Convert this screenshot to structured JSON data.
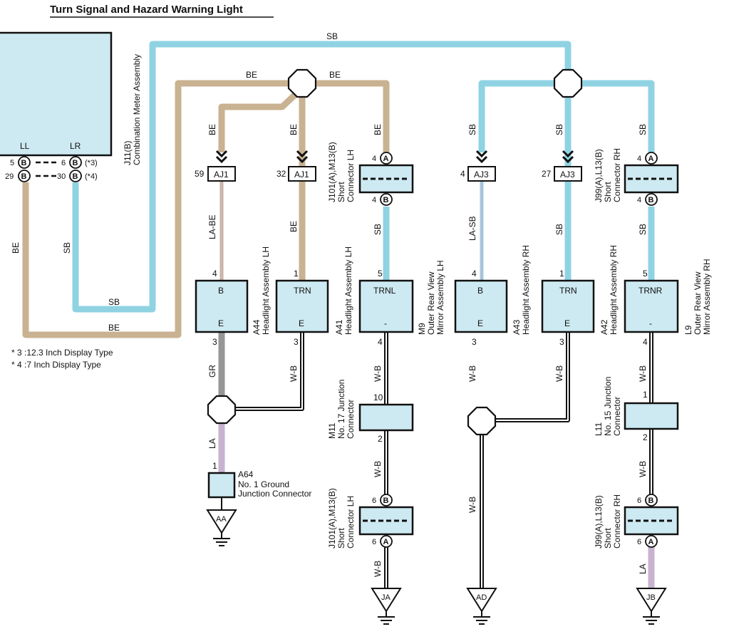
{
  "title": "Turn Signal and Hazard Warning Light",
  "colors": {
    "BE": "#c9b291",
    "SB": "#8fd3e3",
    "LA": "#c7b3cf",
    "GR": "#969696",
    "box": "#cde9f1",
    "outline": "#111111"
  },
  "footnotes": [
    "* 3 :12.3 Inch Display Type",
    "* 4 :7 Inch Display Type"
  ],
  "meter": {
    "code": "J11(B)",
    "name": "Combination Meter Assembly",
    "pin_ll": "LL",
    "pin_lr": "LR",
    "pins": [
      {
        "left_num": "5",
        "left_letter": "B",
        "right_num": "6",
        "right_letter": "B",
        "note": "(*3)"
      },
      {
        "left_num": "29",
        "left_letter": "B",
        "right_num": "30",
        "right_letter": "B",
        "note": "(*4)"
      }
    ]
  },
  "wire_labels": {
    "SB": "SB",
    "BE": "BE",
    "LA_BE": "LA-BE",
    "LA_SB": "LA-SB",
    "GR": "GR",
    "LA": "LA",
    "WB": "W-B"
  },
  "connectors": {
    "aj1_left": {
      "pin": "59",
      "label": "AJ1"
    },
    "aj1_right": {
      "pin": "32",
      "label": "AJ1"
    },
    "aj3_left": {
      "pin": "4",
      "label": "AJ3"
    },
    "aj3_right": {
      "pin": "27",
      "label": "AJ3"
    }
  },
  "short_connectors": {
    "lh_top": {
      "code": "J101(A),M13(B)",
      "name1": "Short",
      "name2": "Connector LH",
      "top_num": "4",
      "top_letter": "A",
      "bot_num": "4",
      "bot_letter": "B"
    },
    "rh_top": {
      "code": "J99(A),L13(B)",
      "name1": "Short",
      "name2": "Connector RH",
      "top_num": "4",
      "top_letter": "A",
      "bot_num": "4",
      "bot_letter": "B"
    },
    "lh_bottom": {
      "code": "J101(A),M13(B)",
      "name1": "Short",
      "name2": "Connector LH",
      "top_num": "6",
      "top_letter": "B",
      "bot_num": "6",
      "bot_letter": "A"
    },
    "rh_bottom": {
      "code": "J99(A),L13(B)",
      "name1": "Short",
      "name2": "Connector RH",
      "top_num": "6",
      "top_letter": "B",
      "bot_num": "6",
      "bot_letter": "A"
    }
  },
  "components": {
    "a44": {
      "code": "A44",
      "name": "Headlight Assembly LH",
      "top": "B",
      "bottom": "E",
      "in_pin": "4",
      "out_pin": "3"
    },
    "a41": {
      "code": "A41",
      "name": "Headlight Assembly LH",
      "top": "TRN",
      "bottom": "E",
      "in_pin": "1",
      "out_pin": "3"
    },
    "m9": {
      "code": "M9",
      "name1": "Outer Rear View",
      "name2": "Mirror Assembly LH",
      "top": "TRNL",
      "bottom": "-",
      "in_pin": "5",
      "out_pin": "4"
    },
    "a43": {
      "code": "A43",
      "name": "Headlight Assembly RH",
      "top": "B",
      "bottom": "E",
      "in_pin": "4",
      "out_pin": "3"
    },
    "a42": {
      "code": "A42",
      "name": "Headlight Assembly RH",
      "top": "TRN",
      "bottom": "E",
      "in_pin": "1",
      "out_pin": "3"
    },
    "l9": {
      "code": "L9",
      "name1": "Outer Rear View",
      "name2": "Mirror Assembly RH",
      "top": "TRNR",
      "bottom": "-",
      "in_pin": "5",
      "out_pin": "4"
    }
  },
  "junctions": {
    "m11": {
      "code": "M11",
      "name1": "No. 17 Junction",
      "name2": "Connector",
      "in_pin": "10",
      "out_pin": "2"
    },
    "l11": {
      "code": "L11",
      "name1": "No. 15 Junction",
      "name2": "Connector",
      "in_pin": "1",
      "out_pin": "2"
    },
    "a64": {
      "code": "A64",
      "name1": "No. 1 Ground",
      "name2": "Junction Connector",
      "in_pin": "1"
    }
  },
  "grounds": [
    "AA",
    "JA",
    "AD",
    "JB"
  ]
}
